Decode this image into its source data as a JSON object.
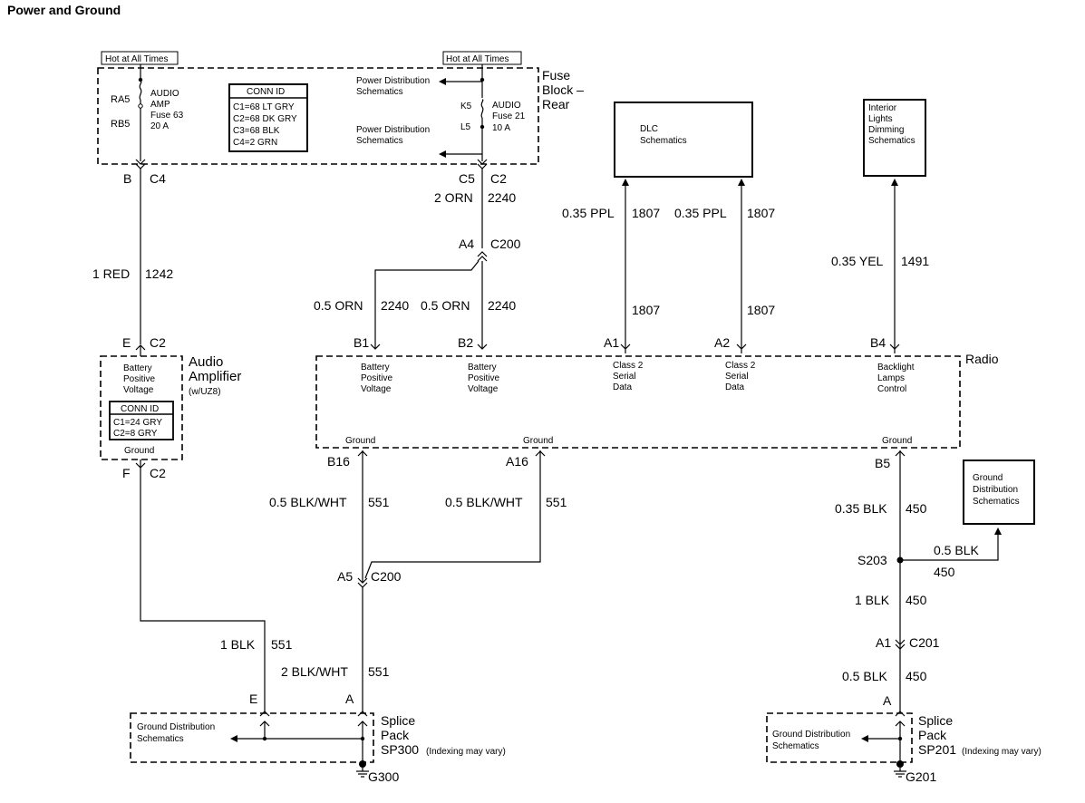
{
  "page": {
    "title": "Power and Ground"
  },
  "labels": {
    "hot1": "Hot at All Times",
    "hot2": "Hot at All Times",
    "fuse_block": [
      "Fuse",
      "Block –",
      "Rear"
    ],
    "ra5": "RA5",
    "rb5": "RB5",
    "audio_amp_fuse": [
      "AUDIO",
      "AMP",
      "Fuse 63",
      "20 A"
    ],
    "conn_id": "CONN ID",
    "fuse_conn": [
      "C1=68 LT GRY",
      "C2=68 DK GRY",
      "C3=68 BLK",
      "C4=2 GRN"
    ],
    "pds1": [
      "Power Distribution",
      "Schematics"
    ],
    "pds2": [
      "Power Distribution",
      "Schematics"
    ],
    "k5": "K5",
    "l5": "L5",
    "audio_fuse": [
      "AUDIO",
      "Fuse 21",
      "10 A"
    ],
    "dlc": [
      "DLC",
      "Schematics"
    ],
    "ildim": [
      "Interior",
      "Lights",
      "Dimming",
      "Schematics"
    ],
    "b": "B",
    "c4": "C4",
    "c5": "C5",
    "c2_top": "C2",
    "w_2orn": "2 ORN",
    "c_2240a": "2240",
    "w_ppl1": "0.35 PPL",
    "c_1807a": "1807",
    "w_ppl2": "0.35 PPL",
    "c_1807b": "1807",
    "w_yel": "0.35 YEL",
    "c_1491": "1491",
    "a4": "A4",
    "c200a": "C200",
    "w_1red": "1 RED",
    "c_1242": "1242",
    "w_05orn1": "0.5 ORN",
    "c_2240b": "2240",
    "w_05orn2": "0.5 ORN",
    "c_2240c": "2240",
    "c_1807c": "1807",
    "c_1807d": "1807",
    "e": "E",
    "c2_amp": "C2",
    "amp_name": [
      "Audio",
      "Amplifier"
    ],
    "amp_opt": "(w/UZ8)",
    "amp_bpv": [
      "Battery",
      "Positive",
      "Voltage"
    ],
    "amp_conn": [
      "C1=24 GRY",
      "C2=8 GRY"
    ],
    "amp_ground": "Ground",
    "b1": "B1",
    "b2": "B2",
    "a1": "A1",
    "a2": "A2",
    "b4": "B4",
    "radio": "Radio",
    "radio_b1": [
      "Battery",
      "Positive",
      "Voltage"
    ],
    "radio_b2": [
      "Battery",
      "Positive",
      "Voltage"
    ],
    "radio_a1": [
      "Class 2",
      "Serial",
      "Data"
    ],
    "radio_a2": [
      "Class 2",
      "Serial",
      "Data"
    ],
    "radio_b4": [
      "Backlight",
      "Lamps",
      "Control"
    ],
    "gnd1": "Ground",
    "gnd2": "Ground",
    "gnd3": "Ground",
    "f": "F",
    "c2_f": "C2",
    "b16": "B16",
    "a16": "A16",
    "b5": "B5",
    "w_bw1": "0.5 BLK/WHT",
    "c_551a": "551",
    "w_bw2": "0.5 BLK/WHT",
    "c_551b": "551",
    "gds_r": [
      "Ground",
      "Distribution",
      "Schematics"
    ],
    "w_035blk": "0.35 BLK",
    "c_450a": "450",
    "s203": "S203",
    "w_05blk_s": "0.5 BLK",
    "c_450s": "450",
    "a5": "A5",
    "c200b": "C200",
    "w_1blk_r": "1 BLK",
    "c_450b": "450",
    "w_1blk_l": "1 BLK",
    "c_551c": "551",
    "a1_r": "A1",
    "c201": "C201",
    "w_2bw": "2 BLK/WHT",
    "c_551d": "551",
    "w_05blk_r": "0.5 BLK",
    "c_450c": "450",
    "e_bot": "E",
    "a_bot": "A",
    "a_bot_r": "A",
    "gds1": [
      "Ground Distribution",
      "Schematics"
    ],
    "gds2": [
      "Ground Distribution",
      "Schematics"
    ],
    "splice1": [
      "Splice",
      "Pack"
    ],
    "sp300": "SP300",
    "idx1": "(Indexing may vary)",
    "splice2": [
      "Splice",
      "Pack"
    ],
    "sp201": "SP201",
    "idx2": "(Indexing may vary)",
    "g300": "G300",
    "g201": "G201"
  }
}
